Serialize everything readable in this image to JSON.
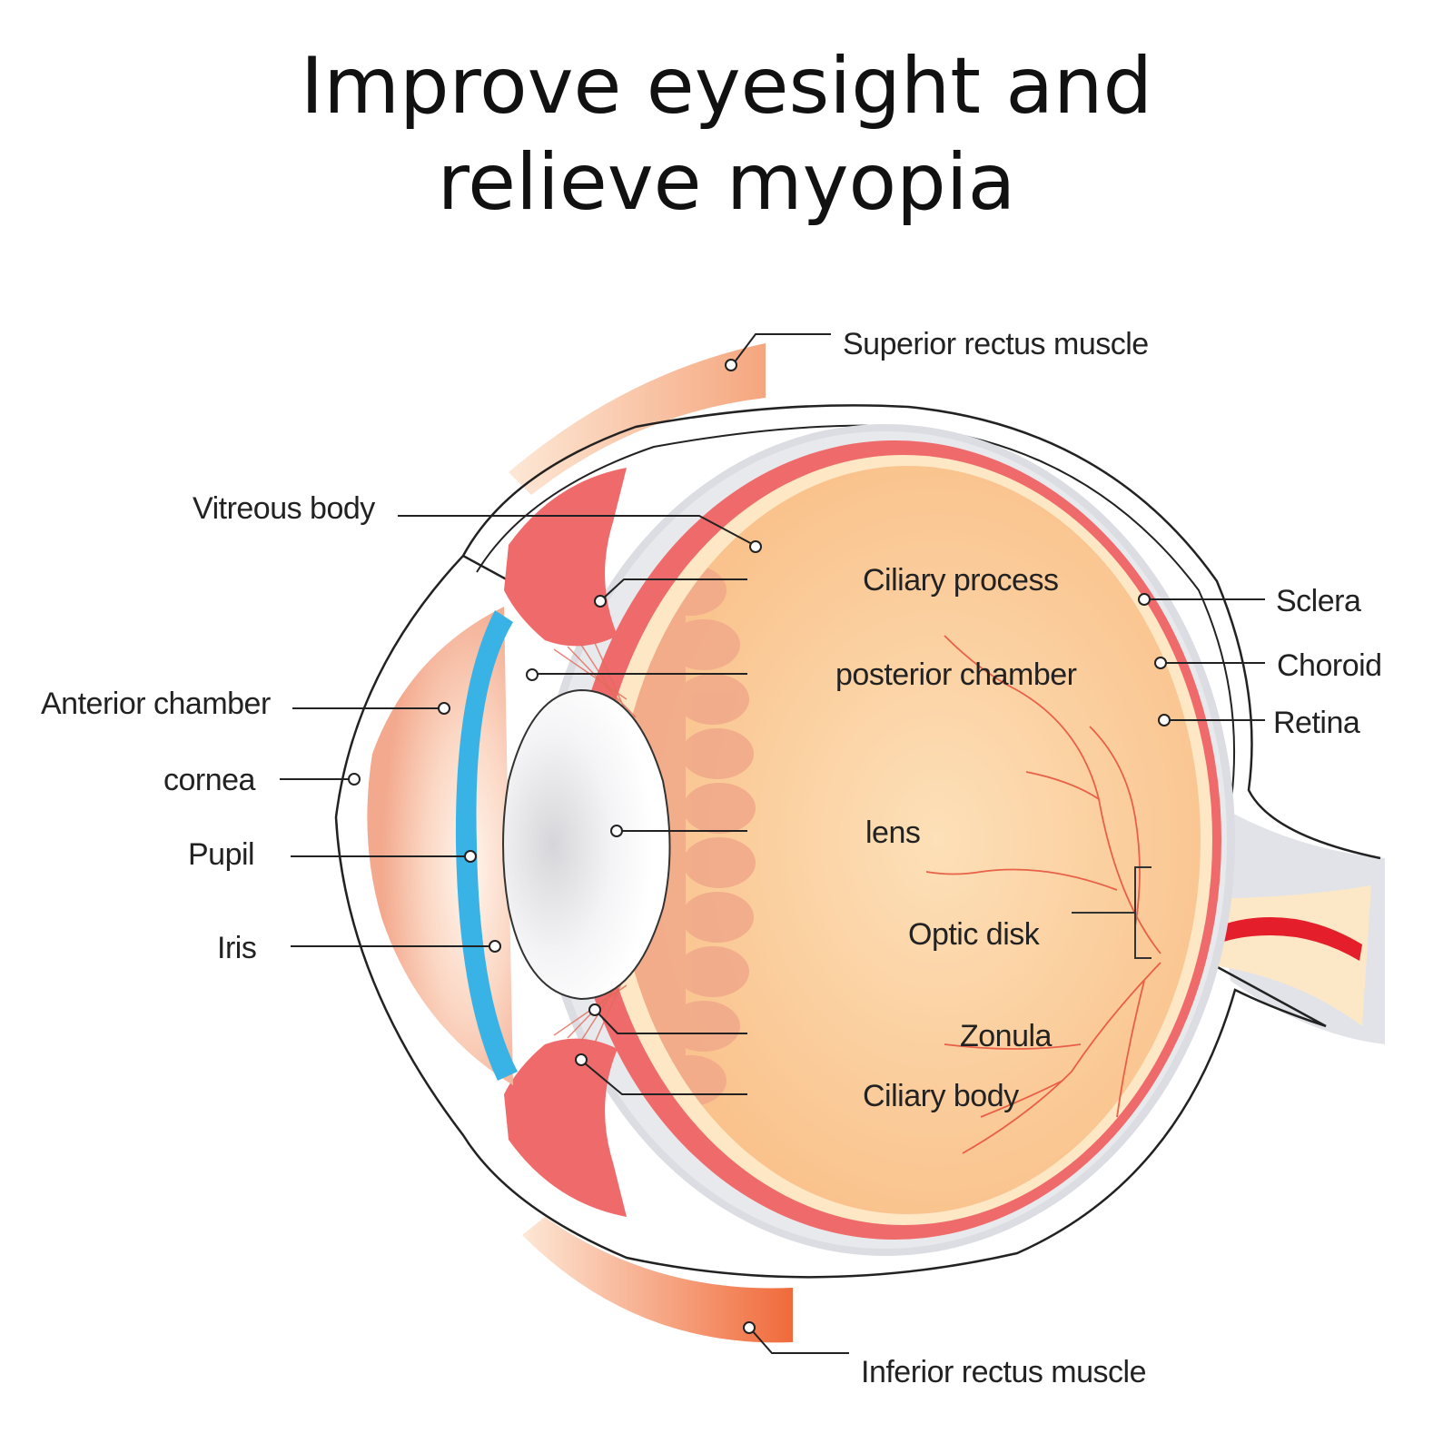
{
  "title": {
    "line1": "Improve eyesight and",
    "line2": "relieve myopia"
  },
  "labels": {
    "superior_rectus": "Superior rectus muscle",
    "vitreous_body": "Vitreous body",
    "ciliary_process": "Ciliary process",
    "sclera": "Sclera",
    "choroid": "Choroid",
    "retina": "Retina",
    "posterior_chamber": "posterior chamber",
    "anterior_chamber": "Anterior chamber",
    "cornea": "cornea",
    "pupil": "Pupil",
    "lens": "lens",
    "iris": "Iris",
    "optic_disk": "Optic disk",
    "zonula": "Zonula",
    "ciliary_body": "Ciliary body",
    "inferior_rectus": "Inferior rectus muscle"
  },
  "colors": {
    "choroid_red": "#ef6b6b",
    "vitreous": "#fcc990",
    "retina": "#fde7c4",
    "sclera_gray": "#dcdde2",
    "iris_blue": "#39b3e6",
    "optic_nerve_red": "#e41e2b",
    "muscle": "#f6b48f"
  }
}
